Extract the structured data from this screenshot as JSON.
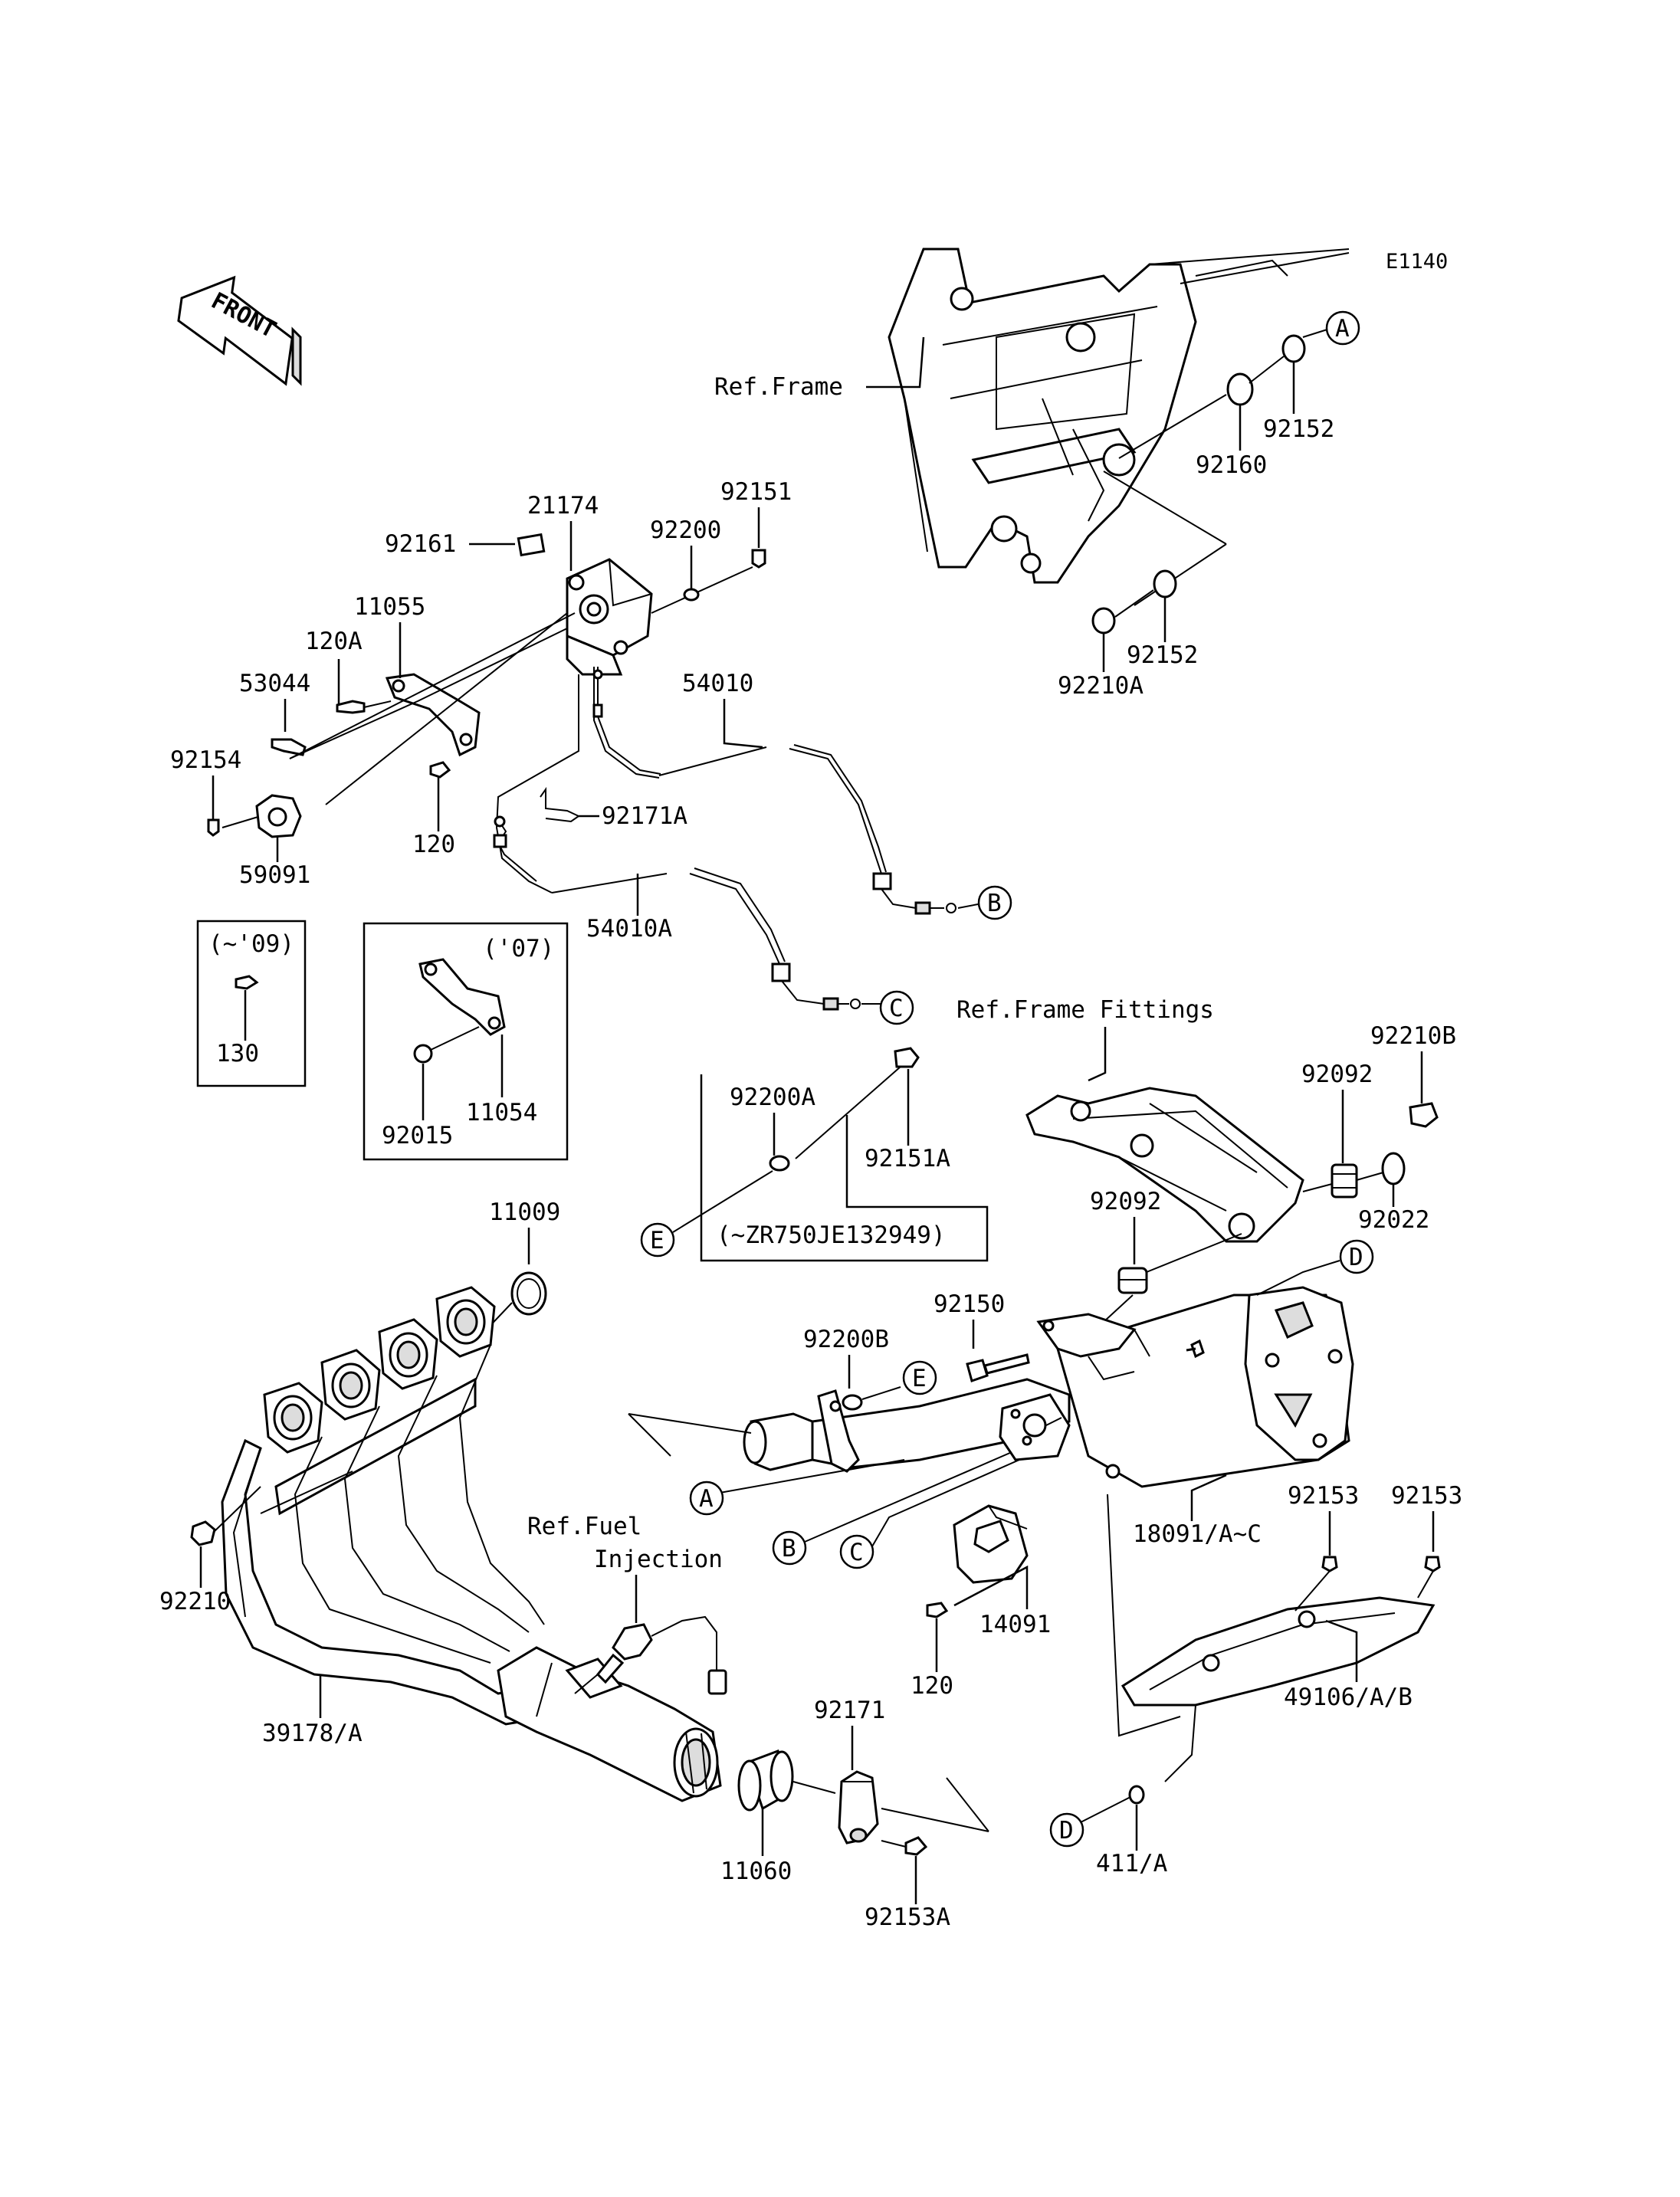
{
  "diagram_code": "E1140",
  "front_arrow_label": "FRONT",
  "ref_labels": {
    "frame": "Ref.Frame",
    "frame_fittings": "Ref.Frame Fittings",
    "fuel_line1": "Ref.Fuel",
    "fuel_line2": "Injection"
  },
  "inset_labels": {
    "to_09": "(~'09)",
    "y07": "('07)",
    "serial": "(~ZR750JE132949)"
  },
  "callouts": [
    "A",
    "B",
    "C",
    "D",
    "E"
  ],
  "parts": {
    "p92152a": "92152",
    "p92160": "92160",
    "p92152b": "92152",
    "p92210A": "92210A",
    "p21174": "21174",
    "p92161": "92161",
    "p92151": "92151",
    "p92200": "92200",
    "p11055": "11055",
    "p120A": "120A",
    "p53044": "53044",
    "p54010": "54010",
    "p92154": "92154",
    "p92171A": "92171A",
    "p120a": "120",
    "p59091": "59091",
    "p54010A": "54010A",
    "p130": "130",
    "p11054": "11054",
    "p92015": "92015",
    "p92200A": "92200A",
    "p92151A": "92151A",
    "p92210B": "92210B",
    "p92092a": "92092",
    "p92022": "92022",
    "p92092b": "92092",
    "p11009": "11009",
    "p92150": "92150",
    "p92200B": "92200B",
    "p92210": "92210",
    "p18091": "18091/A~C",
    "p92153a": "92153",
    "p92153b": "92153",
    "p14091": "14091",
    "p120b": "120",
    "p49106": "49106/A/B",
    "p39178": "39178/A",
    "p92171": "92171",
    "p11060": "11060",
    "p411": "411/A",
    "p92153A": "92153A"
  }
}
